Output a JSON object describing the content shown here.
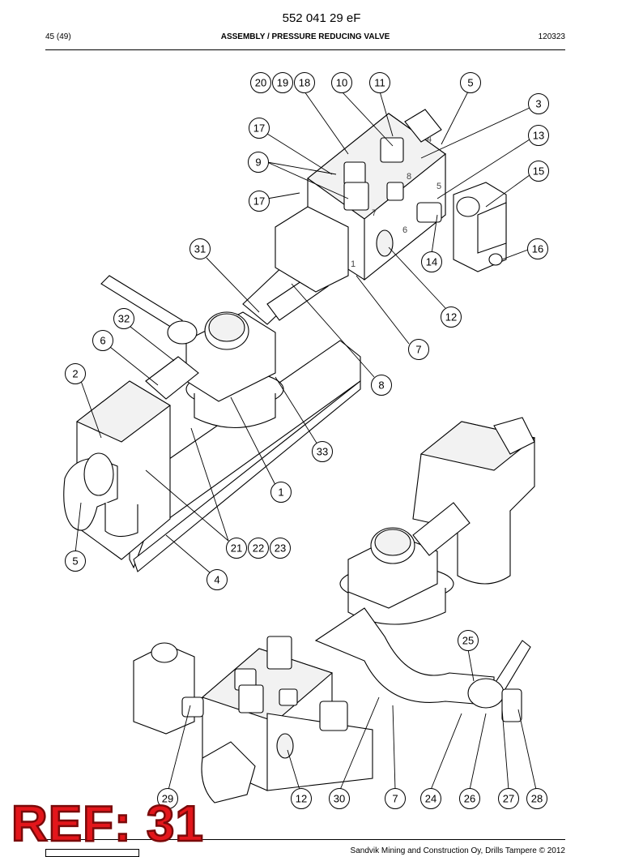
{
  "header": {
    "doc_number": "552 041 29 eF",
    "page": "45 (49)",
    "title": "ASSEMBLY / PRESSURE REDUCING VALVE",
    "date_code": "120323"
  },
  "drawing": {
    "callouts": [
      {
        "label": "20"
      },
      {
        "label": "19"
      },
      {
        "label": "18"
      },
      {
        "label": "10"
      },
      {
        "label": "11"
      },
      {
        "label": "5"
      },
      {
        "label": "3"
      },
      {
        "label": "17"
      },
      {
        "label": "13"
      },
      {
        "label": "9"
      },
      {
        "label": "15"
      },
      {
        "label": "17"
      },
      {
        "label": "16"
      },
      {
        "label": "31"
      },
      {
        "label": "14"
      },
      {
        "label": "12"
      },
      {
        "label": "32"
      },
      {
        "label": "7"
      },
      {
        "label": "6"
      },
      {
        "label": "2"
      },
      {
        "label": "8"
      },
      {
        "label": "33"
      },
      {
        "label": "1"
      },
      {
        "label": "21"
      },
      {
        "label": "22"
      },
      {
        "label": "23"
      },
      {
        "label": "5"
      },
      {
        "label": "4"
      },
      {
        "label": "25"
      },
      {
        "label": "29"
      },
      {
        "label": "12"
      },
      {
        "label": "30"
      },
      {
        "label": "7"
      },
      {
        "label": "24"
      },
      {
        "label": "26"
      },
      {
        "label": "27"
      },
      {
        "label": "28"
      }
    ],
    "port_stamps": [
      "4",
      "8",
      "5",
      "7",
      "6",
      "1"
    ]
  },
  "footer": {
    "copyright": "Sandvik Mining and Construction Oy, Drills Tampere © 2012",
    "ref_stamp": "REF: 31"
  }
}
